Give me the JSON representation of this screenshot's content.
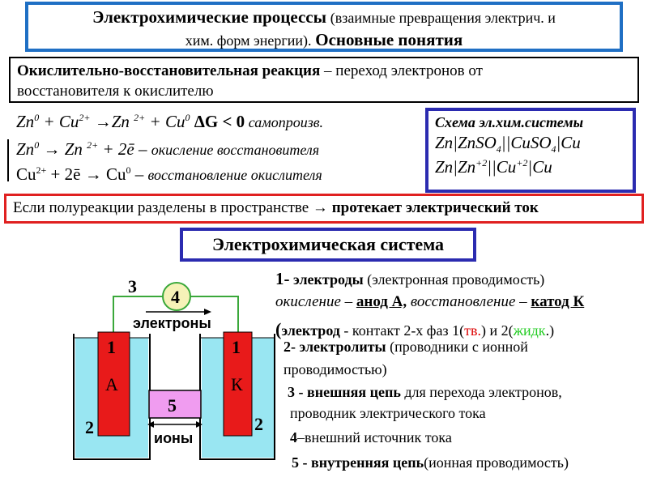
{
  "title": {
    "main": "Электрохимические процессы",
    "paren_1": "(взаимные превращения электрич. и",
    "paren_2": "хим. форм энергии).",
    "sub": "Основные понятия"
  },
  "redox": {
    "term": "Окислительно-восстановительная реакция",
    "def_1": " – переход электронов от",
    "def_2": "восстановителя к окислителю"
  },
  "equations": {
    "overall": {
      "zn": "Zn",
      "zn_sup": "0",
      "plus": " + Cu",
      "cu_sup": "2+",
      "arrow": " →Zn ",
      "zn2_sup": "2+",
      "plus2": " + Cu",
      "cu0_sup": "0",
      "dg": " ΔG < 0",
      "note": " самопроизв."
    },
    "oxidation": {
      "zn": "Zn",
      "zn_sup": "0",
      "arrow": " → Zn ",
      "zn2_sup": "2+",
      "rest": " + 2ē – ",
      "note": "окисление восстановителя"
    },
    "reduction": {
      "cu": "Cu",
      "cu_sup": "2+",
      "rest": " + 2ē → Cu",
      "cu0_sup": "0",
      "dash": " – ",
      "note": "восстановление окислителя"
    }
  },
  "schema": {
    "title": "Схема эл.хим.системы",
    "line1": {
      "a": "Zn|ZnSO",
      "a_sub": "4",
      "b": "||CuSO",
      "b_sub": "4",
      "c": "|Cu"
    },
    "line2": {
      "a": "Zn|Zn",
      "a_sup": "+2",
      "b": "||Cu",
      "b_sup": "+2",
      "c": "|Cu"
    }
  },
  "condition": {
    "text": "Если полуреакции разделены в пространстве  →",
    "bold": "протекает электрический ток"
  },
  "system_title": "Электрохимическая система",
  "diagram": {
    "label_3": "3",
    "label_4": "4",
    "electrons": "электроны",
    "anode_num": "1",
    "anode_letter": "А",
    "cathode_num": "1",
    "cathode_letter": "К",
    "label_5": "5",
    "ions": "ионы",
    "label_2_left": "2",
    "label_2_right": "2",
    "colors": {
      "solution": "#99e6f2",
      "electrode": "#e81a1a",
      "bridge": "#f09cf0",
      "wire": "#3aa83a",
      "source": "#f6f2b8"
    }
  },
  "descriptions": {
    "d1_num": "1-",
    "d1_bold": "электроды",
    "d1_rest": "(электронная проводимость)",
    "d1b_ox": "окисление –",
    "d1b_anode": "анод А,",
    "d1b_red": "восстановление –",
    "d1b_cathode": "катод К",
    "d1c_open": "(",
    "d1c_bold": "электрод",
    "d1c_rest": " - контакт 2-х фаз 1(",
    "d1c_tv": "тв.",
    "d1c_mid": ") и 2(",
    "d1c_zh": "жидк",
    "d1c_end": ".)",
    "d2_num": "2-",
    "d2_bold": "электролиты",
    "d2_rest": "(проводники с ионной",
    "d2_line2": "проводимостью)",
    "d3_num": "3 -",
    "d3_bold": "внешняя цепь",
    "d3_rest": "для перехода электронов,",
    "d3_line2": "проводник электрического тока",
    "d4_num": "4",
    "d4_rest": "–внешний источник тока",
    "d5_num": "5 -",
    "d5_bold": "внутренняя цепь",
    "d5_rest": "(ионная проводимость)"
  }
}
